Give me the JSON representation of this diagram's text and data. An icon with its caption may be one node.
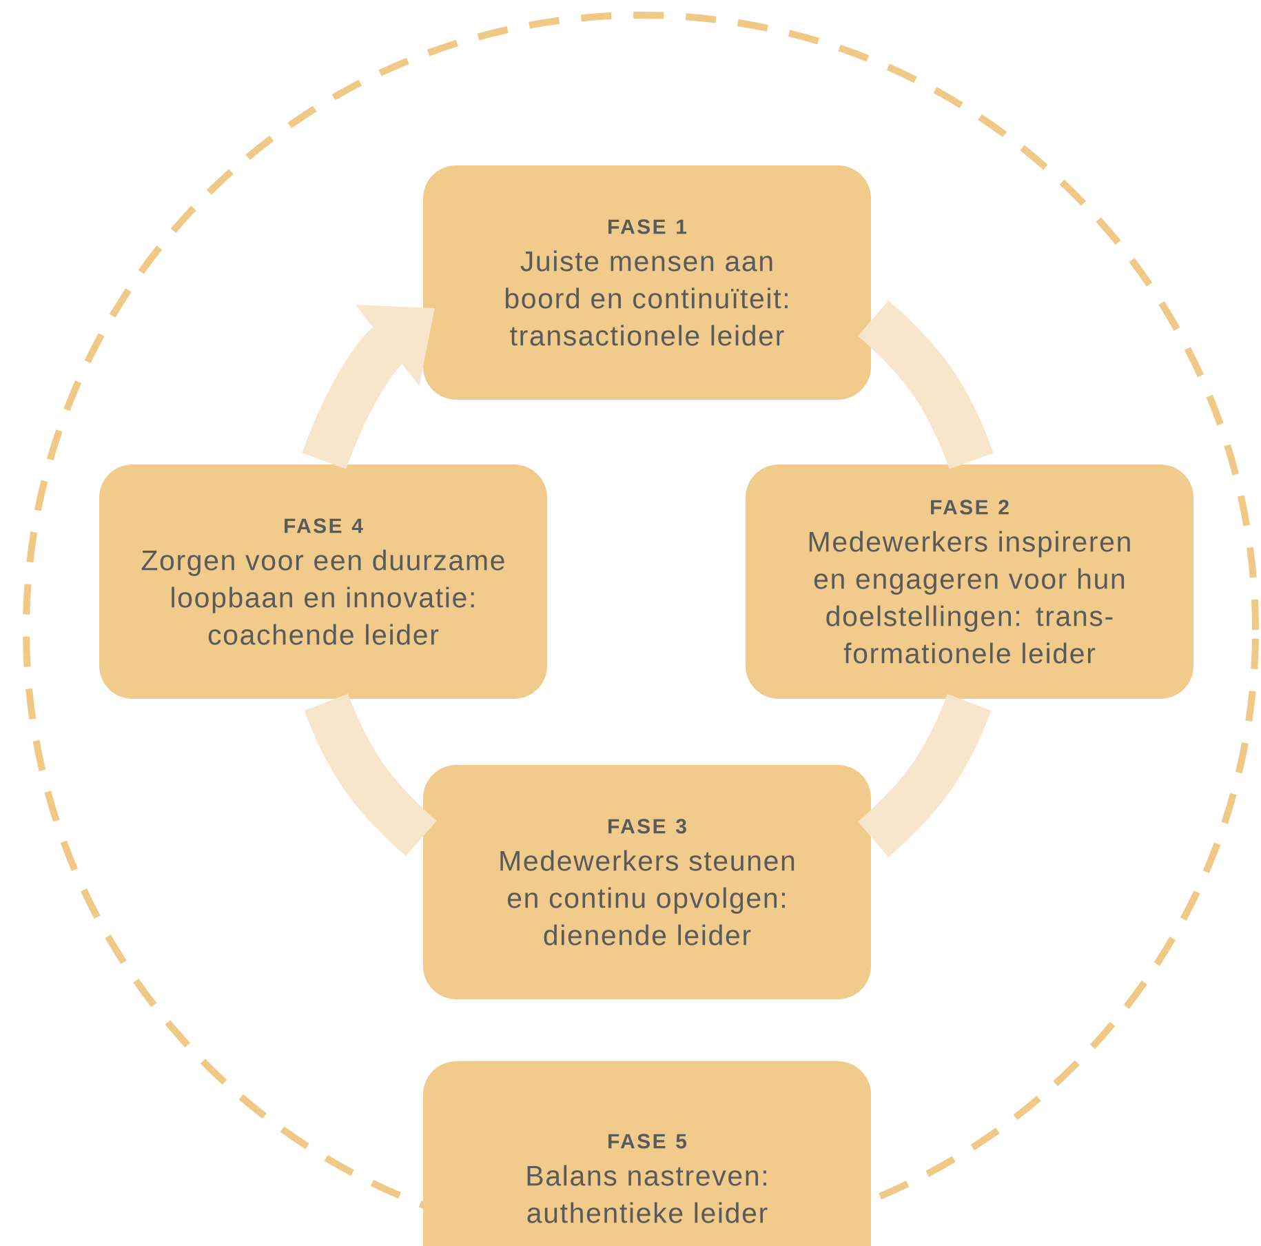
{
  "diagram": {
    "nodes": [
      {
        "text": [
          "FASE 1",
          "Juiste mensen aan boord en continuïteit: transactionele leider"
        ]
      },
      {
        "text": [
          "FASE 2",
          "Medewerkers inspireren en engageren voor hun doelstellingen: trans- formationele leider"
        ]
      },
      {
        "text": [
          "FASE 3",
          "Medewerkers steunen en continu opvolgen: dienende leider"
        ]
      },
      {
        "text": [
          "FASE 4",
          "Zorgen voor een duurzame loopbaan en innovatie: coachende leider"
        ]
      },
      {
        "text": [
          "FASE 5",
          "Balans nastreven: authentieke leider"
        ]
      }
    ],
    "edges": [
      {
        "from": 0,
        "to": 1,
        "arrow": "none"
      },
      {
        "from": 1,
        "to": 2,
        "arrow": "none"
      },
      {
        "from": 2,
        "to": 3,
        "arrow": "none"
      },
      {
        "from": 3,
        "to": 0,
        "arrow": "to"
      }
    ]
  }
}
